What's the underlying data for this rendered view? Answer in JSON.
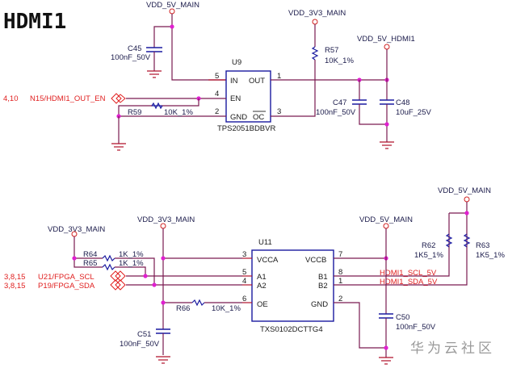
{
  "title": "HDMI1",
  "watermark": "华为云社区",
  "colors": {
    "wire": "#b0102a",
    "component": "#1a1aa0",
    "junction": "#e020d0",
    "net_label": "#e02020",
    "text": "#1a1a4a"
  },
  "top_circuit": {
    "power_in": "VDD_5V_MAIN",
    "power_pullup": "VDD_3V3_MAIN",
    "power_out": "VDD_5V_HDMI1",
    "ic": {
      "ref": "U9",
      "part": "TPS2051BDBVR",
      "pins": [
        {
          "num": "5",
          "name": "IN"
        },
        {
          "num": "4",
          "name": "EN"
        },
        {
          "num": "2",
          "name": "GND"
        },
        {
          "num": "1",
          "name": "OUT"
        },
        {
          "num": "3",
          "name": "OC"
        }
      ]
    },
    "c45": {
      "ref": "C45",
      "value": "100nF_50V"
    },
    "c47": {
      "ref": "C47",
      "value": "100nF_50V"
    },
    "c48": {
      "ref": "C48",
      "value": "10uF_25V"
    },
    "r57": {
      "ref": "R57",
      "value": "10K_1%"
    },
    "r59": {
      "ref": "R59",
      "value": "10K_1%"
    },
    "port_en": {
      "sheets": "4,10",
      "name": "N15/HDMI1_OUT_EN"
    }
  },
  "bottom_circuit": {
    "power_3v3_left": "VDD_3V3_MAIN",
    "power_3v3_mid": "VDD_3V3_MAIN",
    "power_5v_mid": "VDD_5V_MAIN",
    "power_5v_right": "VDD_5V_MAIN",
    "ic": {
      "ref": "U11",
      "part": "TXS0102DCTTG4",
      "pins": [
        {
          "num": "3",
          "name": "VCCA"
        },
        {
          "num": "5",
          "name": "A1"
        },
        {
          "num": "4",
          "name": "A2"
        },
        {
          "num": "6",
          "name": "OE"
        },
        {
          "num": "7",
          "name": "VCCB"
        },
        {
          "num": "8",
          "name": "B1"
        },
        {
          "num": "1",
          "name": "B2"
        },
        {
          "num": "2",
          "name": "GND"
        }
      ]
    },
    "r64": {
      "ref": "R64",
      "value": "1K_1%"
    },
    "r65": {
      "ref": "R65",
      "value": "1K_1%"
    },
    "r66": {
      "ref": "R66",
      "value": "10K_1%"
    },
    "r62": {
      "ref": "R62",
      "value": "1K5_1%"
    },
    "r63": {
      "ref": "R63",
      "value": "1K5_1%"
    },
    "c50": {
      "ref": "C50",
      "value": "100nF_50V"
    },
    "c51": {
      "ref": "C51",
      "value": "100nF_50V"
    },
    "port_scl": {
      "sheets": "3,8,15",
      "name": "U21/FPGA_SCL"
    },
    "port_sda": {
      "sheets": "3,8,15",
      "name": "P19/FPGA_SDA"
    },
    "net_scl_5v": "HDMI1_SCL_5V",
    "net_sda_5v": "HDMI1_SDA_5V"
  }
}
